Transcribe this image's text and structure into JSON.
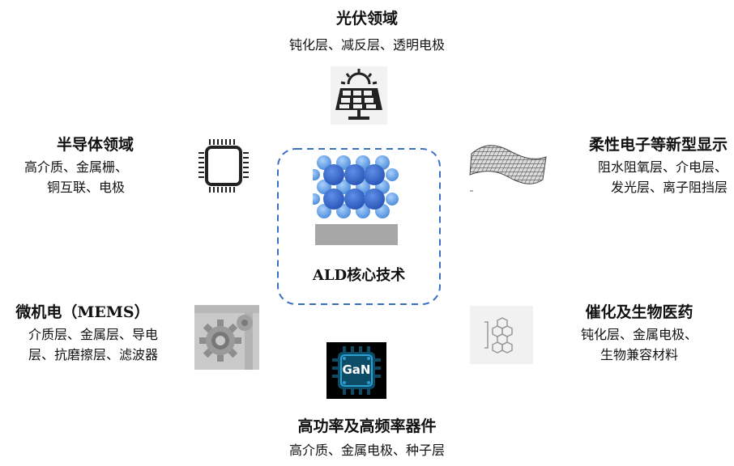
{
  "center": {
    "label": "ALD核心技术"
  },
  "sections": {
    "photovoltaic": {
      "title": "光伏领域",
      "lines": [
        "钝化层、减反层、透明电极"
      ],
      "icon": "solar-panel-icon"
    },
    "semiconductor": {
      "title": "半导体领域",
      "lines": [
        "高介质、金属栅、",
        "铜互联、电极"
      ],
      "icon": "chip-icon"
    },
    "flexible": {
      "title": "柔性电子等新型显示",
      "lines": [
        "阻水阻氧层、介电层、",
        "发光层、离子阻挡层"
      ],
      "icon": "flexible-mesh-icon"
    },
    "mems": {
      "title": "微机电（MEMS）",
      "lines": [
        "介质层、金属层、导电",
        "层、抗磨擦层、滤波器"
      ],
      "icon": "gears-icon"
    },
    "catalysis": {
      "title": "催化及生物医药",
      "lines": [
        "钝化层、金属电极、",
        "生物兼容材料"
      ],
      "icon": "molecule-icon"
    },
    "power": {
      "title": "高功率及高频率器件",
      "lines": [
        "高介质、金属电极、种子层"
      ],
      "icon": "gan-chip-icon",
      "chip_text": "GaN"
    }
  },
  "colors": {
    "dashed_border": "#3b6fc4",
    "atom_dark": "#2f63c9",
    "atom_light": "#5b9be6",
    "substrate": "#a7a7a7",
    "gan_chip": "#0d4c66"
  }
}
